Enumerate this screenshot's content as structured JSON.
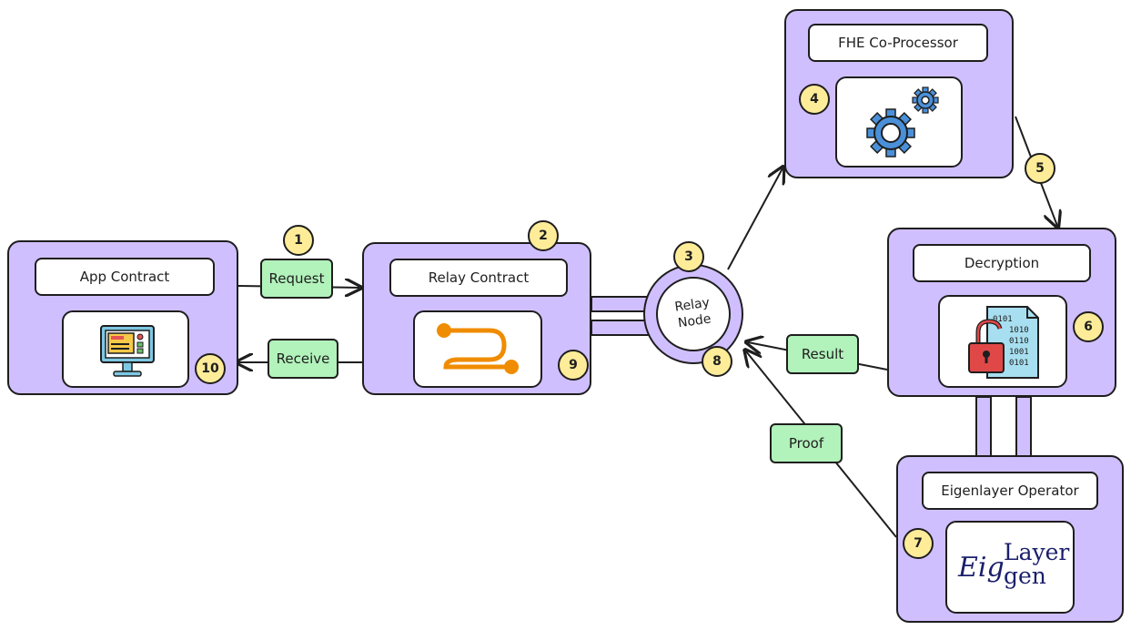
{
  "nodes": {
    "app_contract": {
      "title": "App Contract",
      "badge": "10"
    },
    "relay_contract": {
      "title": "Relay Contract",
      "badge_top": "2",
      "badge_bottom": "9"
    },
    "relay_node": {
      "line1": "Relay",
      "line2": "Node",
      "badge_top": "3",
      "badge_bottom": "8"
    },
    "fhe": {
      "title": "FHE Co-Processor",
      "badge": "4"
    },
    "decryption": {
      "title": "Decryption",
      "badge": "6"
    },
    "eigenlayer": {
      "title": "Eigenlayer Operator",
      "badge": "7",
      "logo_eig": "Eig",
      "logo_layer": "Layer",
      "logo_gen": "gen"
    }
  },
  "edges": {
    "request": {
      "label": "Request",
      "badge": "1"
    },
    "receive": {
      "label": "Receive"
    },
    "to_decryption": {
      "badge": "5"
    },
    "result": {
      "label": "Result"
    },
    "proof": {
      "label": "Proof"
    }
  },
  "icons": {
    "app": "computer-dashboard-icon",
    "relay": "route-path-icon",
    "fhe": "gears-icon",
    "decryption": "unlock-binary-file-icon",
    "eigenlayer": "eigenlayer-logo"
  },
  "colors": {
    "box_fill": "#d0bfff",
    "label_fill": "#b2f2bb",
    "badge_fill": "#ffec99",
    "route_accent": "#f08c00",
    "gear_accent": "#4a90d9"
  }
}
